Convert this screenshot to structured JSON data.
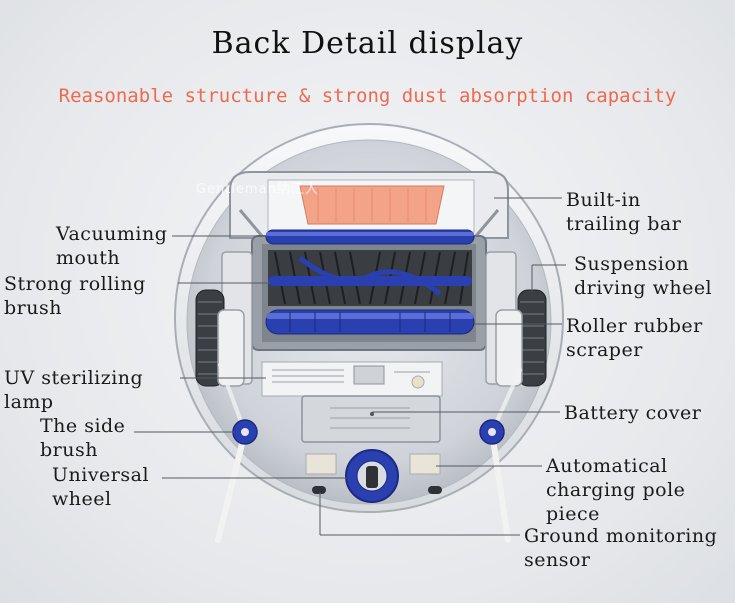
{
  "title": "Back Detail display",
  "subtitle": "Reasonable structure & strong dust absorption capacity",
  "watermark": "Gentleman纳江人",
  "labels": {
    "vacuuming_mouth": "Vacuuming\nmouth",
    "strong_rolling_brush": "Strong rolling\nbrush",
    "uv_lamp": "UV sterilizing\nlamp",
    "side_brush": "The side\nbrush",
    "universal_wheel": "Universal\nwheel",
    "trailing_bar": "Built-in\ntrailing bar",
    "driving_wheel": "Suspension\ndriving wheel",
    "roller_scraper": "Roller rubber\nscraper",
    "battery_cover": "Battery cover",
    "charging_pole": "Automatical\ncharging pole\npiece",
    "ground_sensor": "Ground monitoring\nsensor"
  },
  "colors": {
    "accent": "#ee6a4f",
    "brush_blue": "#2a3fb0",
    "body": "#d6d9de"
  }
}
